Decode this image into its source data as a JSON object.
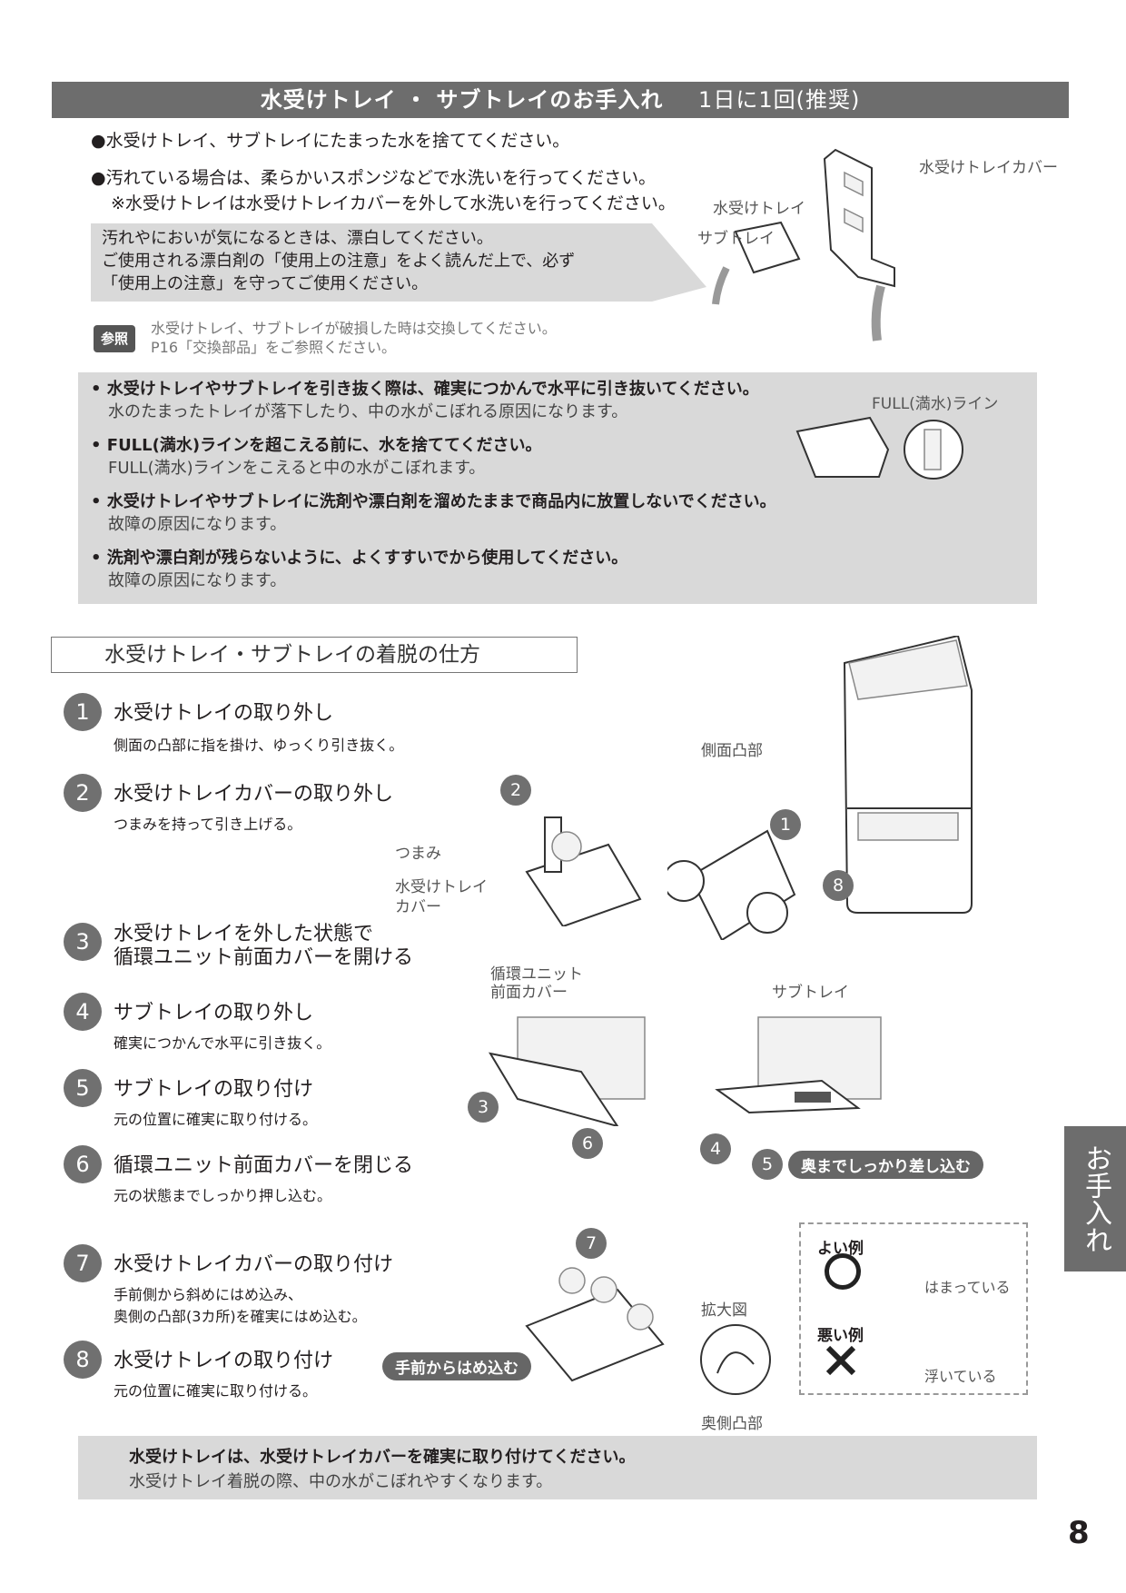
{
  "header": {
    "title": "水受けトレイ ・ サブトレイのお手入れ",
    "freq": "1日に1回(推奨)"
  },
  "bullets": [
    "●水受けトレイ、サブトレイにたまった水を捨ててください。",
    "●汚れている場合は、柔らかいスポンジなどで水洗いを行ってください。",
    "※水受けトレイは水受けトレイカバーを外して水洗いを行ってください。"
  ],
  "bleach_box": [
    "汚れやにおいが気になるときは、漂白してください。",
    "ご使用される漂白剤の「使用上の注意」をよく読んだ上で、必ず",
    "「使用上の注意」を守ってご使用ください。"
  ],
  "reference": {
    "badge": "参照",
    "line1": "水受けトレイ、サブトレイが破損した時は交換してください。",
    "line2": "P16「交換部品」をご参照ください。"
  },
  "fig_top": {
    "cover": "水受けトレイカバー",
    "tray": "水受けトレイ",
    "subtray": "サブトレイ"
  },
  "warnings": [
    {
      "head": "• 水受けトレイやサブトレイを引き抜く際は、確実につかんで水平に引き抜いてください。",
      "sub": "水のたまったトレイが落下したり、中の水がこぼれる原因になります。"
    },
    {
      "head": "• FULL(満水)ラインを超こえる前に、水を捨ててください。",
      "sub": "FULL(満水)ラインをこえると中の水がこぼれます。"
    },
    {
      "head": "• 水受けトレイやサブトレイに洗剤や漂白剤を溜めたままで商品内に放置しないでください。",
      "sub": "故障の原因になります。"
    },
    {
      "head": "• 洗剤や漂白剤が残らないように、よくすすいでから使用してください。",
      "sub": "故障の原因になります。"
    }
  ],
  "full_line_label": "FULL(満水)ライン",
  "section_title": "水受けトレイ・サブトレイの着脱の仕方",
  "steps": [
    {
      "n": "1",
      "title": "水受けトレイの取り外し",
      "sub": "側面の凸部に指を掛け、ゆっくり引き抜く。"
    },
    {
      "n": "2",
      "title": "水受けトレイカバーの取り外し",
      "sub": "つまみを持って引き上げる。"
    },
    {
      "n": "3",
      "title": "水受けトレイを外した状態で",
      "title2": "循環ユニット前面カバーを開ける",
      "sub": ""
    },
    {
      "n": "4",
      "title": "サブトレイの取り外し",
      "sub": "確実につかんで水平に引き抜く。"
    },
    {
      "n": "5",
      "title": "サブトレイの取り付け",
      "sub": "元の位置に確実に取り付ける。"
    },
    {
      "n": "6",
      "title": "循環ユニット前面カバーを閉じる",
      "sub": "元の状態までしっかり押し込む。"
    },
    {
      "n": "7",
      "title": "水受けトレイカバーの取り付け",
      "sub": "手前側から斜めにはめ込み、",
      "sub2": "奥側の凸部(3カ所)を確実にはめ込む。"
    },
    {
      "n": "8",
      "title": "水受けトレイの取り付け",
      "sub": "元の位置に確実に取り付ける。"
    }
  ],
  "fig_labels": {
    "side_bump": "側面凸部",
    "knob": "つまみ",
    "tray_cover_1": "水受けトレイ",
    "tray_cover_2": "カバー",
    "unit_cover_1": "循環ユニット",
    "unit_cover_2": "前面カバー",
    "subtray": "サブトレイ",
    "push_in": "奥までしっかり差し込む",
    "front_in": "手前からはめ込む",
    "zoom": "拡大図",
    "back_bump": "奥側凸部",
    "good": "よい例",
    "good_desc": "はまっている",
    "bad": "悪い例",
    "bad_desc": "浮いている"
  },
  "side_tab": "お手入れ",
  "bottom_note": {
    "head": "水受けトレイは、水受けトレイカバーを確実に取り付けてください。",
    "sub": "水受けトレイ着脱の際、中の水がこぼれやすくなります。"
  },
  "page_number": "8"
}
